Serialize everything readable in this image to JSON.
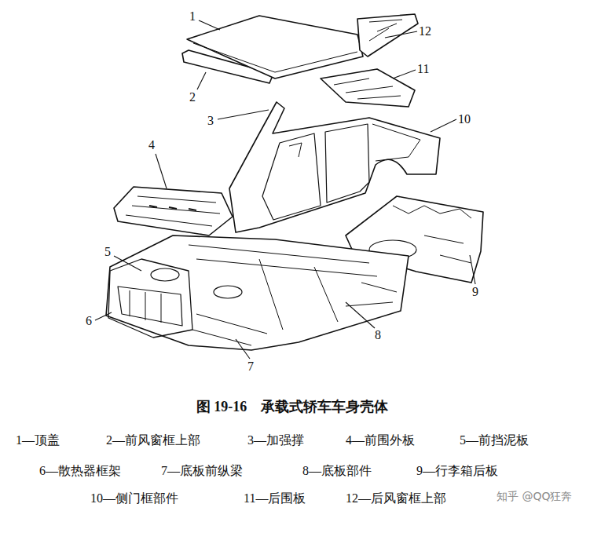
{
  "diagram": {
    "caption": "图 19-16　承载式轿车车身壳体",
    "labels": [
      "1",
      "2",
      "3",
      "4",
      "5",
      "6",
      "7",
      "8",
      "9",
      "10",
      "11",
      "12",
      "1—顶盖",
      "2—前风窗框上部",
      "3—加强撑",
      "4—前围外板",
      "5—前挡泥板",
      "6—散热器框架",
      "7—底板前纵梁",
      "8—底板部件",
      "9—行李箱后板",
      "10—侧门框部件",
      "11—后围板",
      "12—后风窗框上部",
      "知乎 @QQ狂奔"
    ]
  }
}
